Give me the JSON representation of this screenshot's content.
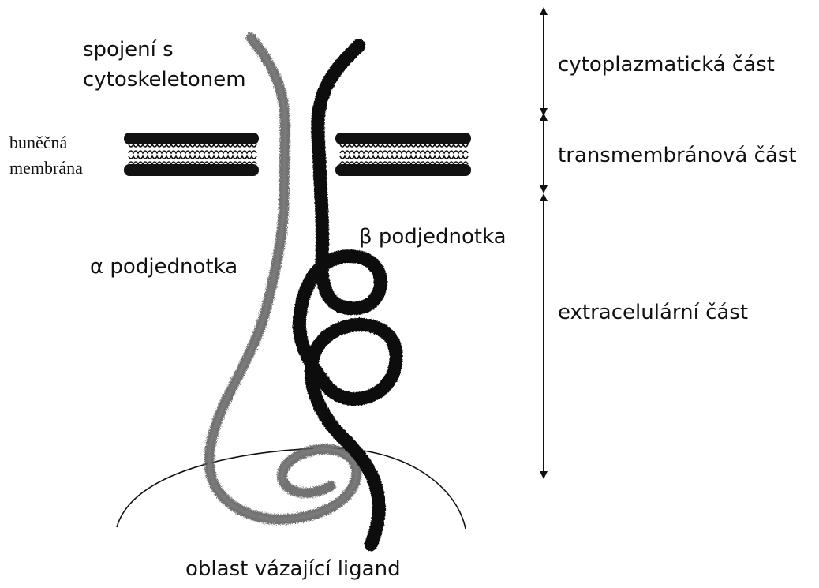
{
  "labels": {
    "cytoskeleton_line1": "spojení s",
    "cytoskeleton_line2": "cytoskeletonem",
    "membrane_line1": "buněčná",
    "membrane_line2": "membrána",
    "alpha_subunit": "α podjednotka",
    "beta_subunit": "β podjednotka",
    "ligand_region": "oblast vázající ligand",
    "cytoplasmic_part": "cytoplazmatická část",
    "transmembrane_part": "transmembránová část",
    "extracellular_part": "extracelulární část"
  },
  "colors": {
    "ink": "#111111",
    "alpha_chain": "#5a5a5a",
    "beta_chain": "#111111"
  }
}
